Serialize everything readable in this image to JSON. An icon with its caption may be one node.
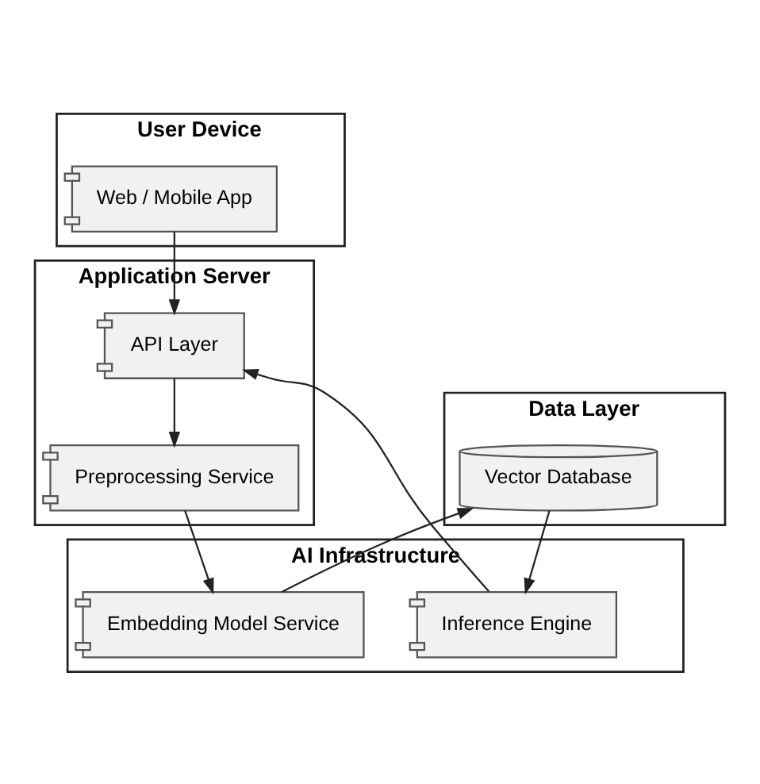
{
  "diagram": {
    "nodes": [
      {
        "text": [
          "User Device"
        ]
      },
      {
        "text": [
          "Web / Mobile App"
        ],
        "in": 0
      },
      {
        "text": [
          "Application Server"
        ]
      },
      {
        "text": [
          "API Layer"
        ],
        "in": 2
      },
      {
        "text": [
          "Preprocessing Service"
        ],
        "in": 2
      },
      {
        "text": [
          "Data Layer"
        ]
      },
      {
        "text": [
          "Vector Database"
        ],
        "in": 5
      },
      {
        "text": [
          "AI Infrastructure"
        ]
      },
      {
        "text": [
          "Embedding Model Service"
        ],
        "in": 7
      },
      {
        "text": [
          "Inference Engine"
        ],
        "in": 7
      }
    ],
    "edges": [
      {
        "from": 1,
        "to": 3,
        "arrow": "to"
      },
      {
        "from": 3,
        "to": 4,
        "arrow": "to"
      },
      {
        "from": 4,
        "to": 8,
        "arrow": "to"
      },
      {
        "from": 8,
        "to": 6,
        "arrow": "to"
      },
      {
        "from": 6,
        "to": 9,
        "arrow": "to"
      },
      {
        "from": 9,
        "to": 3,
        "arrow": "to"
      }
    ]
  }
}
